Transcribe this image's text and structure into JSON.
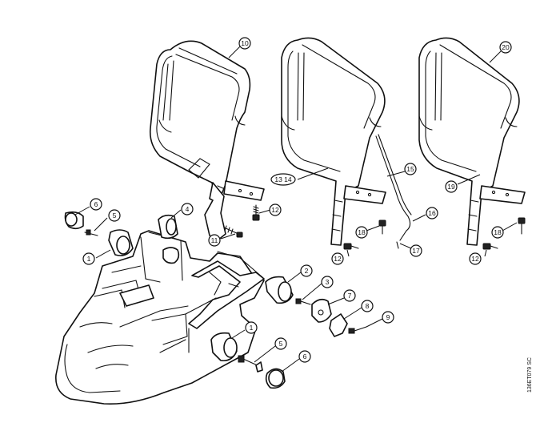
{
  "drawing_code": "136ET079 SC",
  "callouts": [
    {
      "id": "c10a",
      "label": "10"
    },
    {
      "id": "c20",
      "label": "20"
    },
    {
      "id": "c1314",
      "label": "13 14"
    },
    {
      "id": "c15",
      "label": "15"
    },
    {
      "id": "c19",
      "label": "19"
    },
    {
      "id": "c16",
      "label": "16"
    },
    {
      "id": "c17",
      "label": "17"
    },
    {
      "id": "c18a",
      "label": "18"
    },
    {
      "id": "c18b",
      "label": "18"
    },
    {
      "id": "c12a",
      "label": "12"
    },
    {
      "id": "c12b",
      "label": "12"
    },
    {
      "id": "c12c",
      "label": "12"
    },
    {
      "id": "c11",
      "label": "11"
    },
    {
      "id": "c6a",
      "label": "6"
    },
    {
      "id": "c5a",
      "label": "5"
    },
    {
      "id": "c4",
      "label": "4"
    },
    {
      "id": "c1a",
      "label": "1"
    },
    {
      "id": "c2",
      "label": "2"
    },
    {
      "id": "c3",
      "label": "3"
    },
    {
      "id": "c7",
      "label": "7"
    },
    {
      "id": "c8",
      "label": "8"
    },
    {
      "id": "c9",
      "label": "9"
    },
    {
      "id": "c1b",
      "label": "1"
    },
    {
      "id": "c5b",
      "label": "5"
    },
    {
      "id": "c6b",
      "label": "6"
    }
  ]
}
